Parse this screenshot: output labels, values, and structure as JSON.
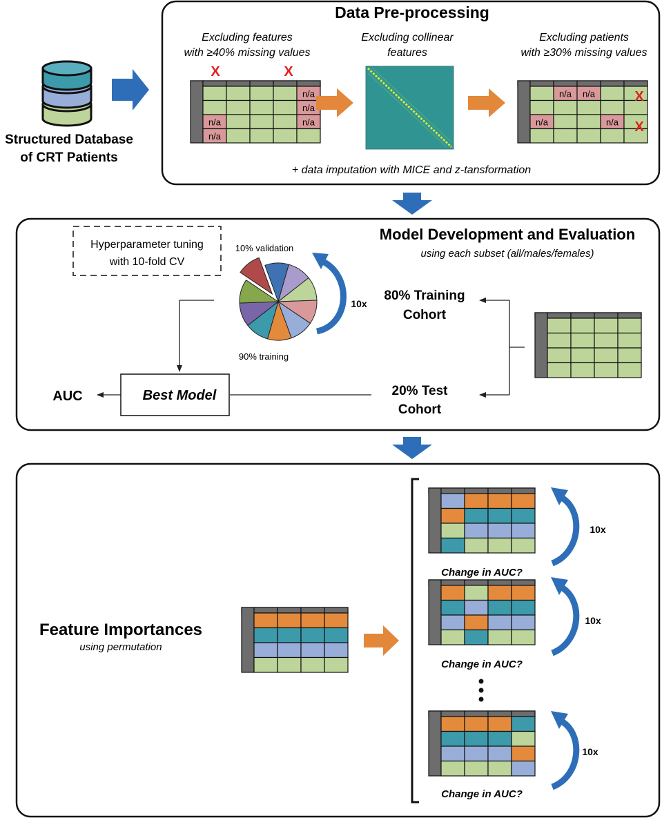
{
  "database": {
    "label_line1": "Structured Database",
    "label_line2": "of CRT Patients"
  },
  "preprocessing": {
    "title": "Data Pre-processing",
    "step1": {
      "line1": "Excluding features",
      "line2": "with ≥40% missing values"
    },
    "step2": {
      "line1": "Excluding collinear",
      "line2": "features"
    },
    "step3": {
      "line1": "Excluding patients",
      "line2": "with ≥30% missing values"
    },
    "na": "n/a",
    "exclude_mark": "X",
    "footer": "+ data imputation with MICE and z-tansformation"
  },
  "model": {
    "title": "Model Development and Evaluation",
    "subtitle": "using each subset (all/males/females)",
    "tuning_line1": "Hyperparameter tuning",
    "tuning_line2": "with 10-fold CV",
    "validation_label": "10% validation",
    "training_label": "90% training",
    "repeat": "10x",
    "train_line1": "80% Training",
    "train_line2": "Cohort",
    "test_line1": "20% Test",
    "test_line2": "Cohort",
    "best_model": "Best Model",
    "auc": "AUC"
  },
  "features": {
    "title": "Feature Importances",
    "subtitle": "using permutation",
    "change_label": "Change in AUC?",
    "repeat": "10x"
  },
  "colors": {
    "green": "#bdd59a",
    "red": "#d9999a",
    "orange": "#e48a3c",
    "teal": "#3c9aab",
    "blue": "#98aed9",
    "header": "#6d6d6d",
    "arrow_blue": "#2e6eb8",
    "arrow_orange": "#e3873a"
  }
}
